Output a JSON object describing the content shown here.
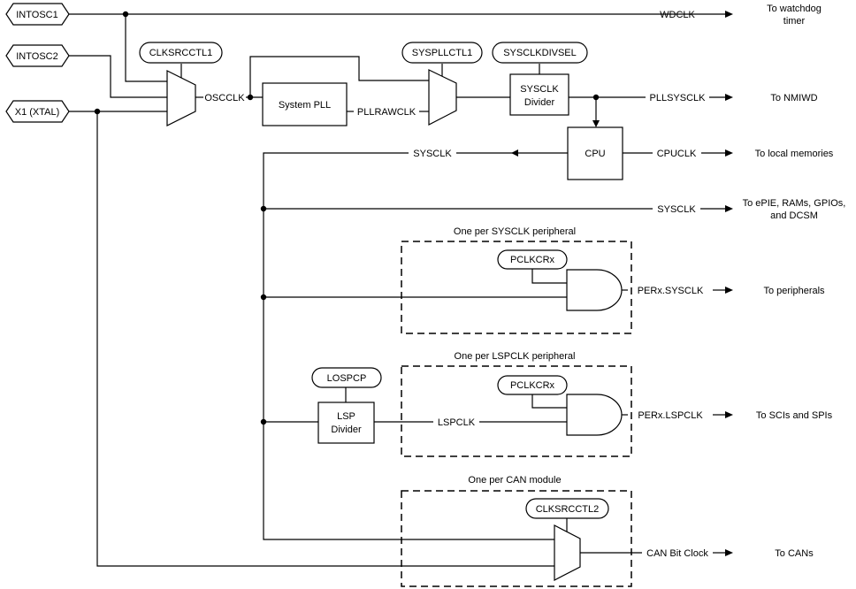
{
  "sources": {
    "intosc1": "INTOSC1",
    "intosc2": "INTOSC2",
    "x1": "X1 (XTAL)"
  },
  "registers": {
    "clksrcctl1": "CLKSRCCTL1",
    "syspllctl1": "SYSPLLCTL1",
    "sysclkdivsel": "SYSCLKDIVSEL",
    "pclkcrx_sys": "PCLKCRx",
    "pclkcrx_lsp": "PCLKCRx",
    "lospcp": "LOSPCP",
    "clksrcctl2": "CLKSRCCTL2"
  },
  "blocks": {
    "system_pll": "System PLL",
    "sysclk_divider_line1": "SYSCLK",
    "sysclk_divider_line2": "Divider",
    "cpu": "CPU",
    "lsp_divider_line1": "LSP",
    "lsp_divider_line2": "Divider"
  },
  "signals": {
    "wdclk": "WDCLK",
    "oscclk": "OSCCLK",
    "pllrawclk": "PLLRAWCLK",
    "pllsysclk": "PLLSYSCLK",
    "sysclk_feedback": "SYSCLK",
    "cpuclk": "CPUCLK",
    "sysclk_out": "SYSCLK",
    "perx_sysclk": "PERx.SYSCLK",
    "lspclk": "LSPCLK",
    "perx_lspclk": "PERx.LSPCLK",
    "can_bit_clock": "CAN Bit Clock"
  },
  "destinations": {
    "watchdog_line1": "To watchdog",
    "watchdog_line2": "timer",
    "nmiwd": "To NMIWD",
    "local_memories": "To local memories",
    "epie_line1": "To ePIE, RAMs, GPIOs,",
    "epie_line2": "and DCSM",
    "peripherals": "To peripherals",
    "scis_spis": "To SCIs and SPIs",
    "cans": "To CANs"
  },
  "groups": {
    "sysclk_peripheral": "One per SYSCLK peripheral",
    "lspclk_peripheral": "One per LSPCLK peripheral",
    "can_module": "One per CAN module"
  }
}
